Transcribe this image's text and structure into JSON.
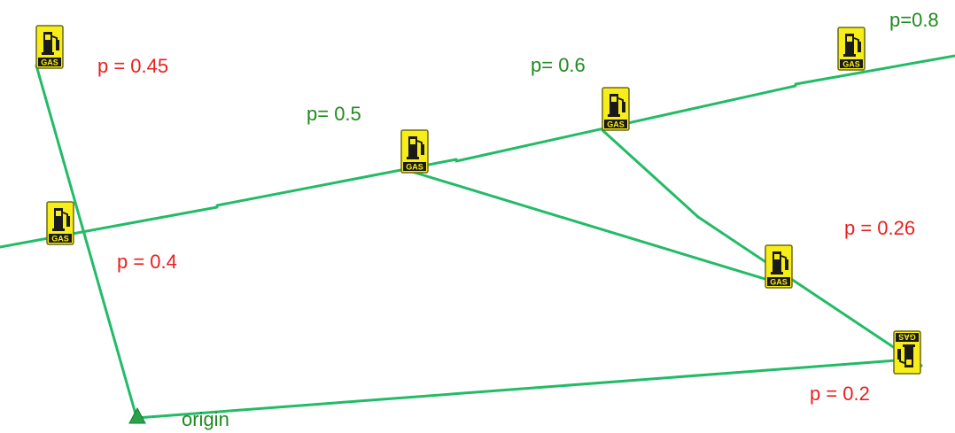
{
  "colors": {
    "route": "#22bb66",
    "station_fill": "#f7ee19",
    "station_border": "#6b6a10",
    "origin_marker": "#2aa24a",
    "red_label": "#e8201e",
    "green_label": "#1f8a1f"
  },
  "station_icon": "gas-pump-icon",
  "station_text": "GAS",
  "labels": {
    "s1": "p = 0.45",
    "s2": "p = 0.4",
    "s3": "p= 0.5",
    "s4": "p= 0.6",
    "s5": "p=0.8",
    "s6": "p = 0.26",
    "s7": "p = 0.2",
    "origin": "origin"
  }
}
